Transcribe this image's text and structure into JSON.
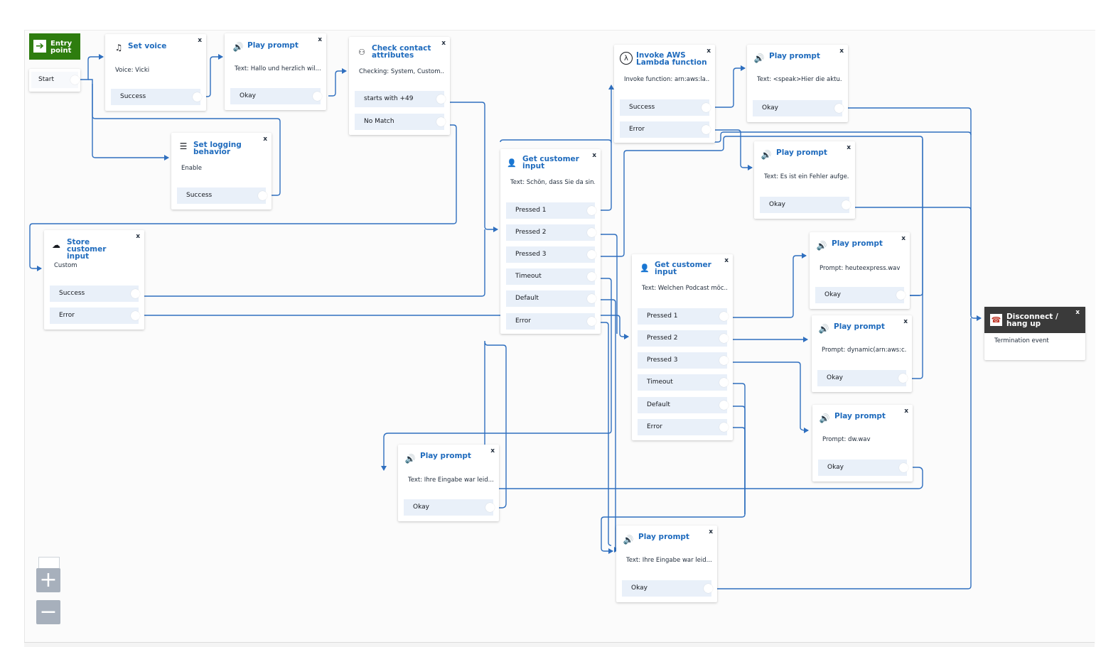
{
  "entry": {
    "title": "Entry point",
    "branch": "Start"
  },
  "set_voice": {
    "title": "Set voice",
    "desc": "Voice: Vicki",
    "branch": "Success"
  },
  "play1": {
    "title": "Play prompt",
    "desc": "Text: Hallo und herzlich wil...",
    "branch": "Okay"
  },
  "check": {
    "title": "Check contact attributes",
    "desc": "Checking: System, Custom...",
    "branches": [
      "starts with +49",
      "No Match"
    ]
  },
  "logging": {
    "title": "Set logging behavior",
    "desc": "Enable",
    "branch": "Success"
  },
  "store": {
    "title": "Store customer input",
    "desc": "Custom",
    "branches": [
      "Success",
      "Error"
    ]
  },
  "gci1": {
    "title": "Get customer input",
    "desc": "Text: Schön, dass Sie da sin...",
    "branches": [
      "Pressed 1",
      "Pressed 2",
      "Pressed 3",
      "Timeout",
      "Default",
      "Error"
    ]
  },
  "lambda": {
    "title": "Invoke AWS Lambda function",
    "desc": "Invoke function: arn:aws:la...",
    "branches": [
      "Success",
      "Error"
    ]
  },
  "play_aktu": {
    "title": "Play prompt",
    "desc": "Text: <speak>Hier die aktu...",
    "branch": "Okay"
  },
  "play_fehler": {
    "title": "Play prompt",
    "desc": "Text: Es ist ein Fehler aufge...",
    "branch": "Okay"
  },
  "gci2": {
    "title": "Get customer input",
    "desc": "Text: Welchen Podcast möc...",
    "branches": [
      "Pressed 1",
      "Pressed 2",
      "Pressed 3",
      "Timeout",
      "Default",
      "Error"
    ]
  },
  "play_heute": {
    "title": "Play prompt",
    "desc": "Prompt: heuteexpress.wav",
    "branch": "Okay"
  },
  "play_dyn": {
    "title": "Play prompt",
    "desc": "Prompt: dynamic(arn:aws:c...",
    "branch": "Okay"
  },
  "play_dw": {
    "title": "Play prompt",
    "desc": "Prompt: dw.wav",
    "branch": "Okay"
  },
  "play_eing1": {
    "title": "Play prompt",
    "desc": "Text: Ihre Eingabe war leid...",
    "branch": "Okay"
  },
  "play_eing2": {
    "title": "Play prompt",
    "desc": "Text: Ihre Eingabe war leid...",
    "branch": "Okay"
  },
  "disconnect": {
    "title": "Disconnect / hang up",
    "desc": "Termination event"
  },
  "close_label": "x",
  "zoom": {
    "in": "+",
    "out": "−"
  },
  "colors": {
    "wire": "#2f6fbf",
    "accent": "#1f6bbd",
    "branch_bg": "#e9f0f9",
    "entry": "#2e7d0f",
    "disconnect": "#3a3a3a"
  },
  "icons": {
    "entry": "arrow-right-icon",
    "voice": "voice-icon",
    "prompt": "speaker-icon",
    "check": "check-attributes-icon",
    "logging": "logging-icon",
    "store": "cloud-icon",
    "input": "customer-input-icon",
    "lambda": "lambda-icon",
    "disconnect": "phone-hangup-icon"
  }
}
